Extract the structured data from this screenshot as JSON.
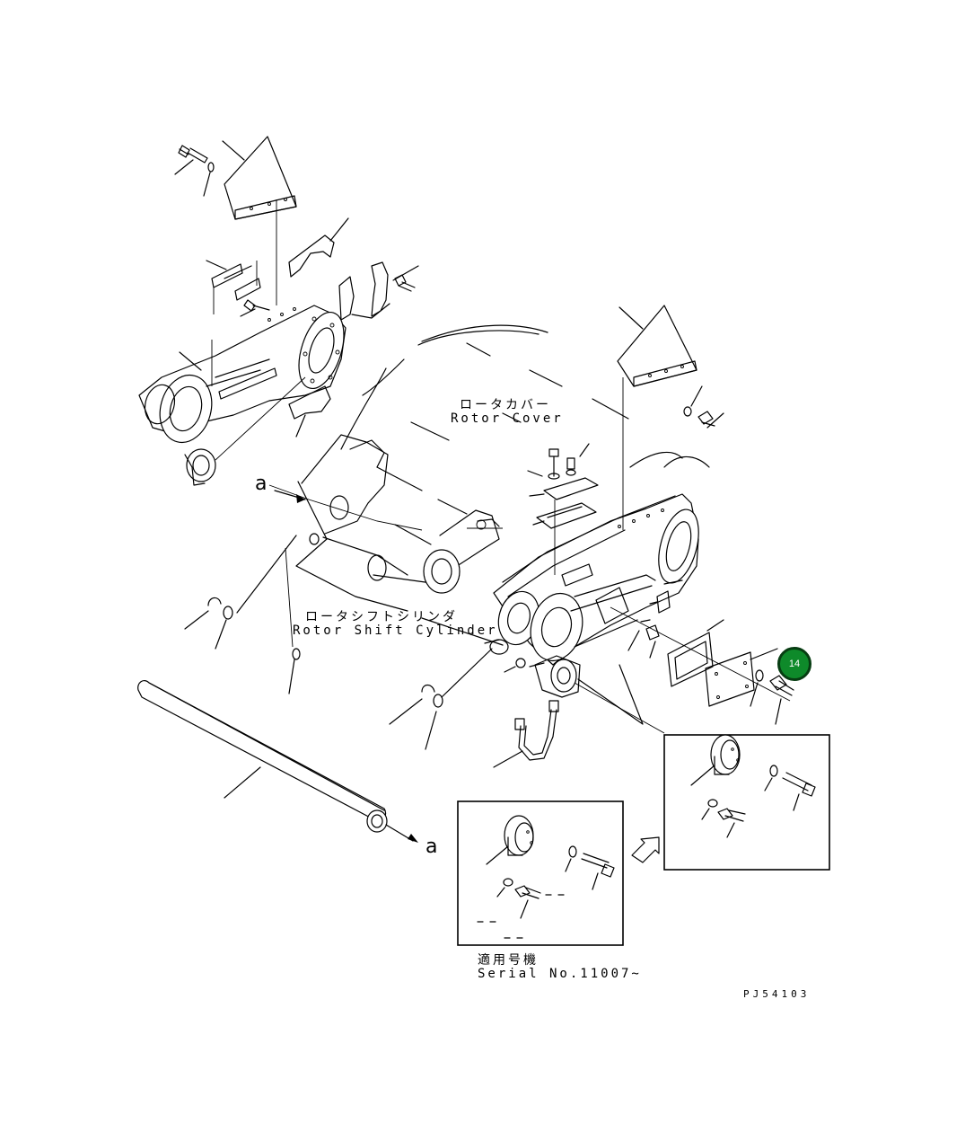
{
  "labels": {
    "rotor_cover_ja": "ロータカバー",
    "rotor_cover_en": "Rotor Cover",
    "rotor_shift_ja": "ロータシフトシリンダ",
    "rotor_shift_en": "Rotor Shift Cylinder",
    "arrow_a_left": "a",
    "arrow_a_right": "a",
    "serial_ja": "適用号機",
    "serial_en": "Serial No.11007~",
    "drawing_code": "PJ54103"
  },
  "callout": {
    "number": "14",
    "color": "#0e8a2a"
  }
}
